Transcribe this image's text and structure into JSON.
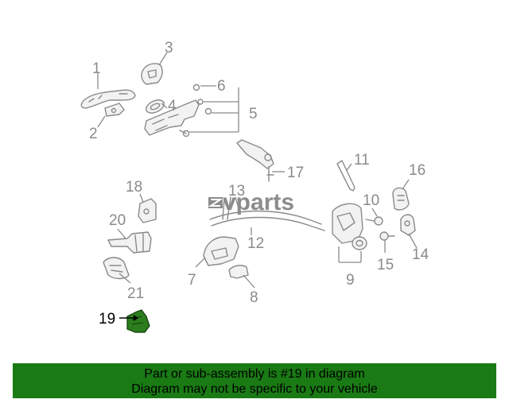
{
  "colors": {
    "banner_bg": "#1a7a14",
    "highlight_part": "#2d7d1e",
    "callout_gray": "#8a8a8a",
    "watermark": "#8c8c8c"
  },
  "watermark": {
    "brand": "vparts",
    "logo_icon": "zv-logo-icon"
  },
  "callouts": {
    "c1": "1",
    "c2": "2",
    "c3": "3",
    "c4": "4",
    "c5": "5",
    "c6": "6",
    "c7": "7",
    "c8": "8",
    "c9": "9",
    "c10": "10",
    "c11": "11",
    "c12": "12",
    "c13": "13",
    "c14": "14",
    "c15": "15",
    "c16": "16",
    "c17": "17",
    "c18": "18",
    "c19": "19",
    "c20": "20",
    "c21": "21"
  },
  "highlighted_part": "19",
  "banner": {
    "line1": "Part or sub-assembly is #19 in diagram",
    "line2": "Diagram may not be specific to your vehicle"
  }
}
